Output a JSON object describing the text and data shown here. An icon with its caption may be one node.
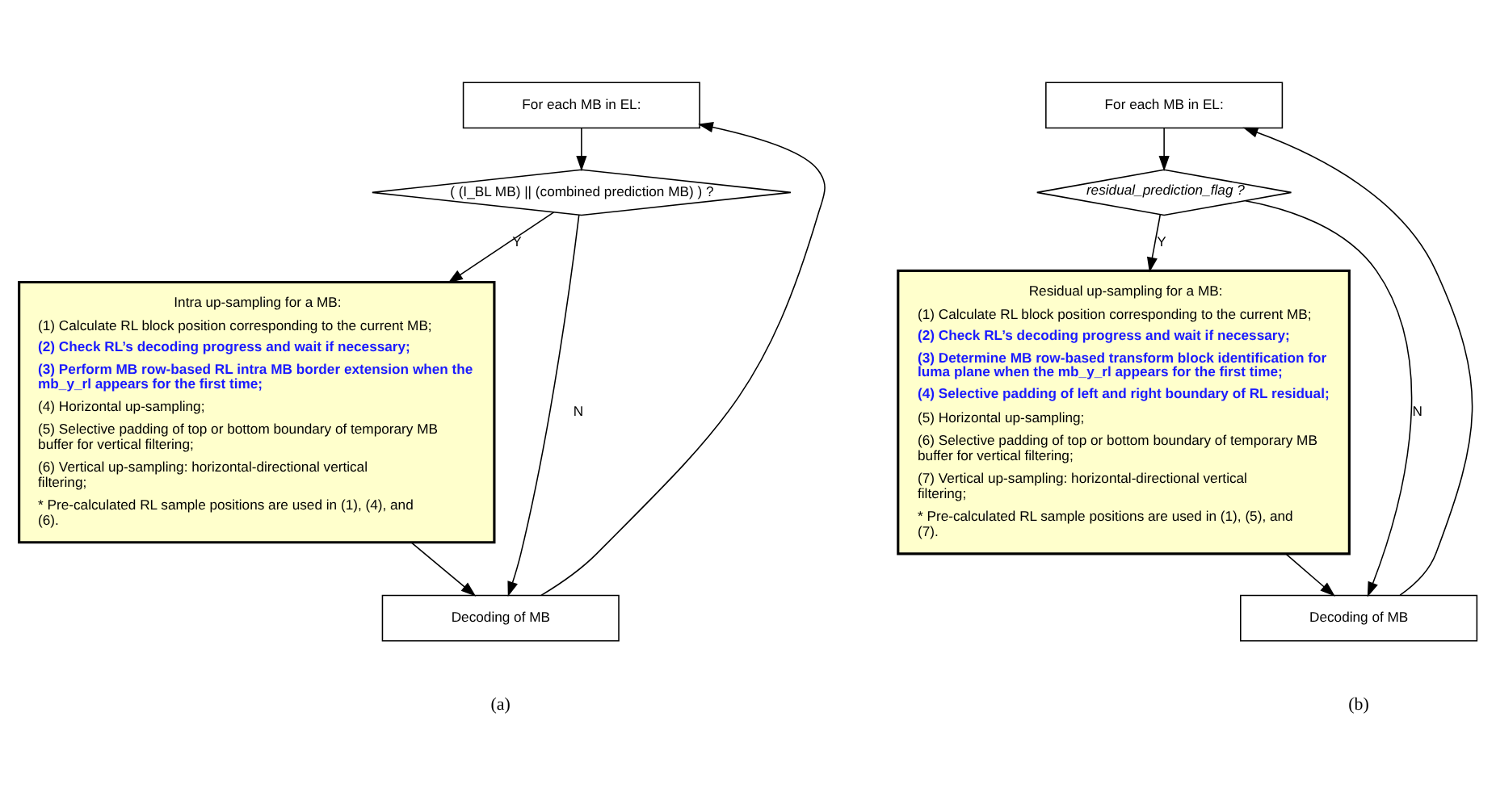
{
  "diagram": {
    "nodes": [
      {
        "text": [
          "For each MB in EL:"
        ]
      },
      {
        "text": [
          "( (I_BL MB) || (combined prediction MB) ) ?"
        ]
      },
      {
        "text": [
          "Intra up-sampling for a MB:",
          "(1) Calculate RL block position corresponding to the current MB;",
          "(2) Check RL’s decoding progress and wait if necessary;",
          "(3) Perform MB row-based RL intra MB border extension when the mb_y_rl appears for the first time;",
          "(4) Horizontal up-sampling;",
          "(5) Selective padding of top or bottom boundary of temporary MB buffer for vertical filtering;",
          "(6) Vertical up-sampling: horizontal-directional vertical filtering;",
          "* Pre-calculated RL sample positions are used in (1), (4), and (6)."
        ]
      },
      {
        "text": [
          "Decoding of MB"
        ]
      },
      {
        "text": [
          "For each MB in EL:"
        ]
      },
      {
        "text": [
          "residual_prediction_flag ?"
        ]
      },
      {
        "text": [
          "Residual up-sampling for a MB:",
          "(1) Calculate RL block position corresponding to the current MB;",
          "(2) Check RL’s decoding progress and wait if necessary;",
          "(3) Determine MB row-based transform block identification for luma plane when the mb_y_rl appears for the first time;",
          "(4) Selective padding of left and right boundary of RL residual;",
          "(5) Horizontal up-sampling;",
          "(6) Selective padding of top or bottom boundary of temporary MB buffer for vertical filtering;",
          "(7) Vertical up-sampling: horizontal-directional vertical filtering;",
          "* Pre-calculated RL sample positions are used in (1), (5), and (7)."
        ]
      },
      {
        "text": [
          "Decoding of MB"
        ]
      }
    ],
    "edges": [
      {
        "from": 0,
        "to": 1,
        "arrow": "to"
      },
      {
        "from": 1,
        "to": 2,
        "arrow": "to",
        "label": "Y"
      },
      {
        "from": 1,
        "to": 3,
        "arrow": "to",
        "label": "N"
      },
      {
        "from": 2,
        "to": 3,
        "arrow": "to"
      },
      {
        "from": 3,
        "to": 0,
        "arrow": "to"
      },
      {
        "from": 4,
        "to": 5,
        "arrow": "to"
      },
      {
        "from": 5,
        "to": 6,
        "arrow": "to",
        "label": "Y"
      },
      {
        "from": 5,
        "to": 7,
        "arrow": "to",
        "label": "N"
      },
      {
        "from": 6,
        "to": 7,
        "arrow": "to"
      },
      {
        "from": 7,
        "to": 4,
        "arrow": "to"
      }
    ],
    "labels": [
      "(a)",
      "(b)"
    ]
  }
}
